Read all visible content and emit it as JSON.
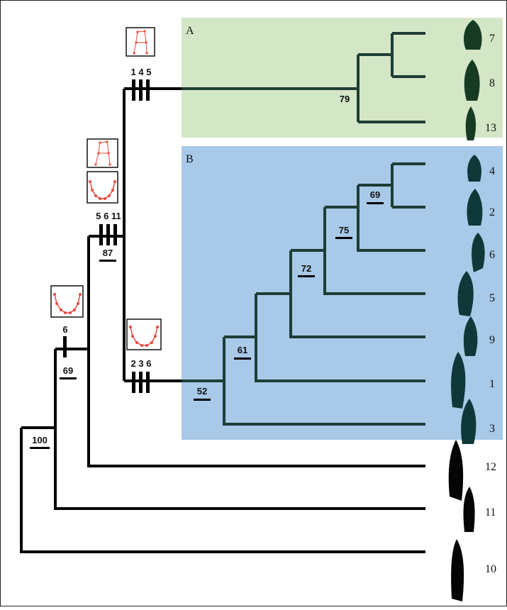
{
  "clades": {
    "a": {
      "label": "A",
      "color": "#d3e6c6"
    },
    "b": {
      "label": "B",
      "color": "#a8c9e8"
    }
  },
  "colors": {
    "tree_black": "#000000",
    "tree_in_clade": "#1e3d36",
    "silhouette_a": "#163a22",
    "silhouette_b": "#0f3838",
    "silhouette_outgroup": "#050505",
    "inset_plot": "#e8483f"
  },
  "taxa": {
    "t7": "7",
    "t8": "8",
    "t13": "13",
    "t4": "4",
    "t2": "2",
    "t6": "6",
    "t5": "5",
    "t9": "9",
    "t1": "1",
    "t3": "3",
    "t12": "12",
    "t11": "11",
    "t10": "10"
  },
  "support": {
    "s79": "79",
    "s69_inner": "69",
    "s75": "75",
    "s72": "72",
    "s61": "61",
    "s52": "52",
    "s87": "87",
    "s69_outer": "69",
    "s100": "100"
  },
  "characters": {
    "c145": "1 4 5",
    "c5611": "5 6 11",
    "c236": "2 3 6",
    "c6": "6"
  },
  "insets": [
    "landmark-outline-icon",
    "u-curve-plot-icon"
  ]
}
